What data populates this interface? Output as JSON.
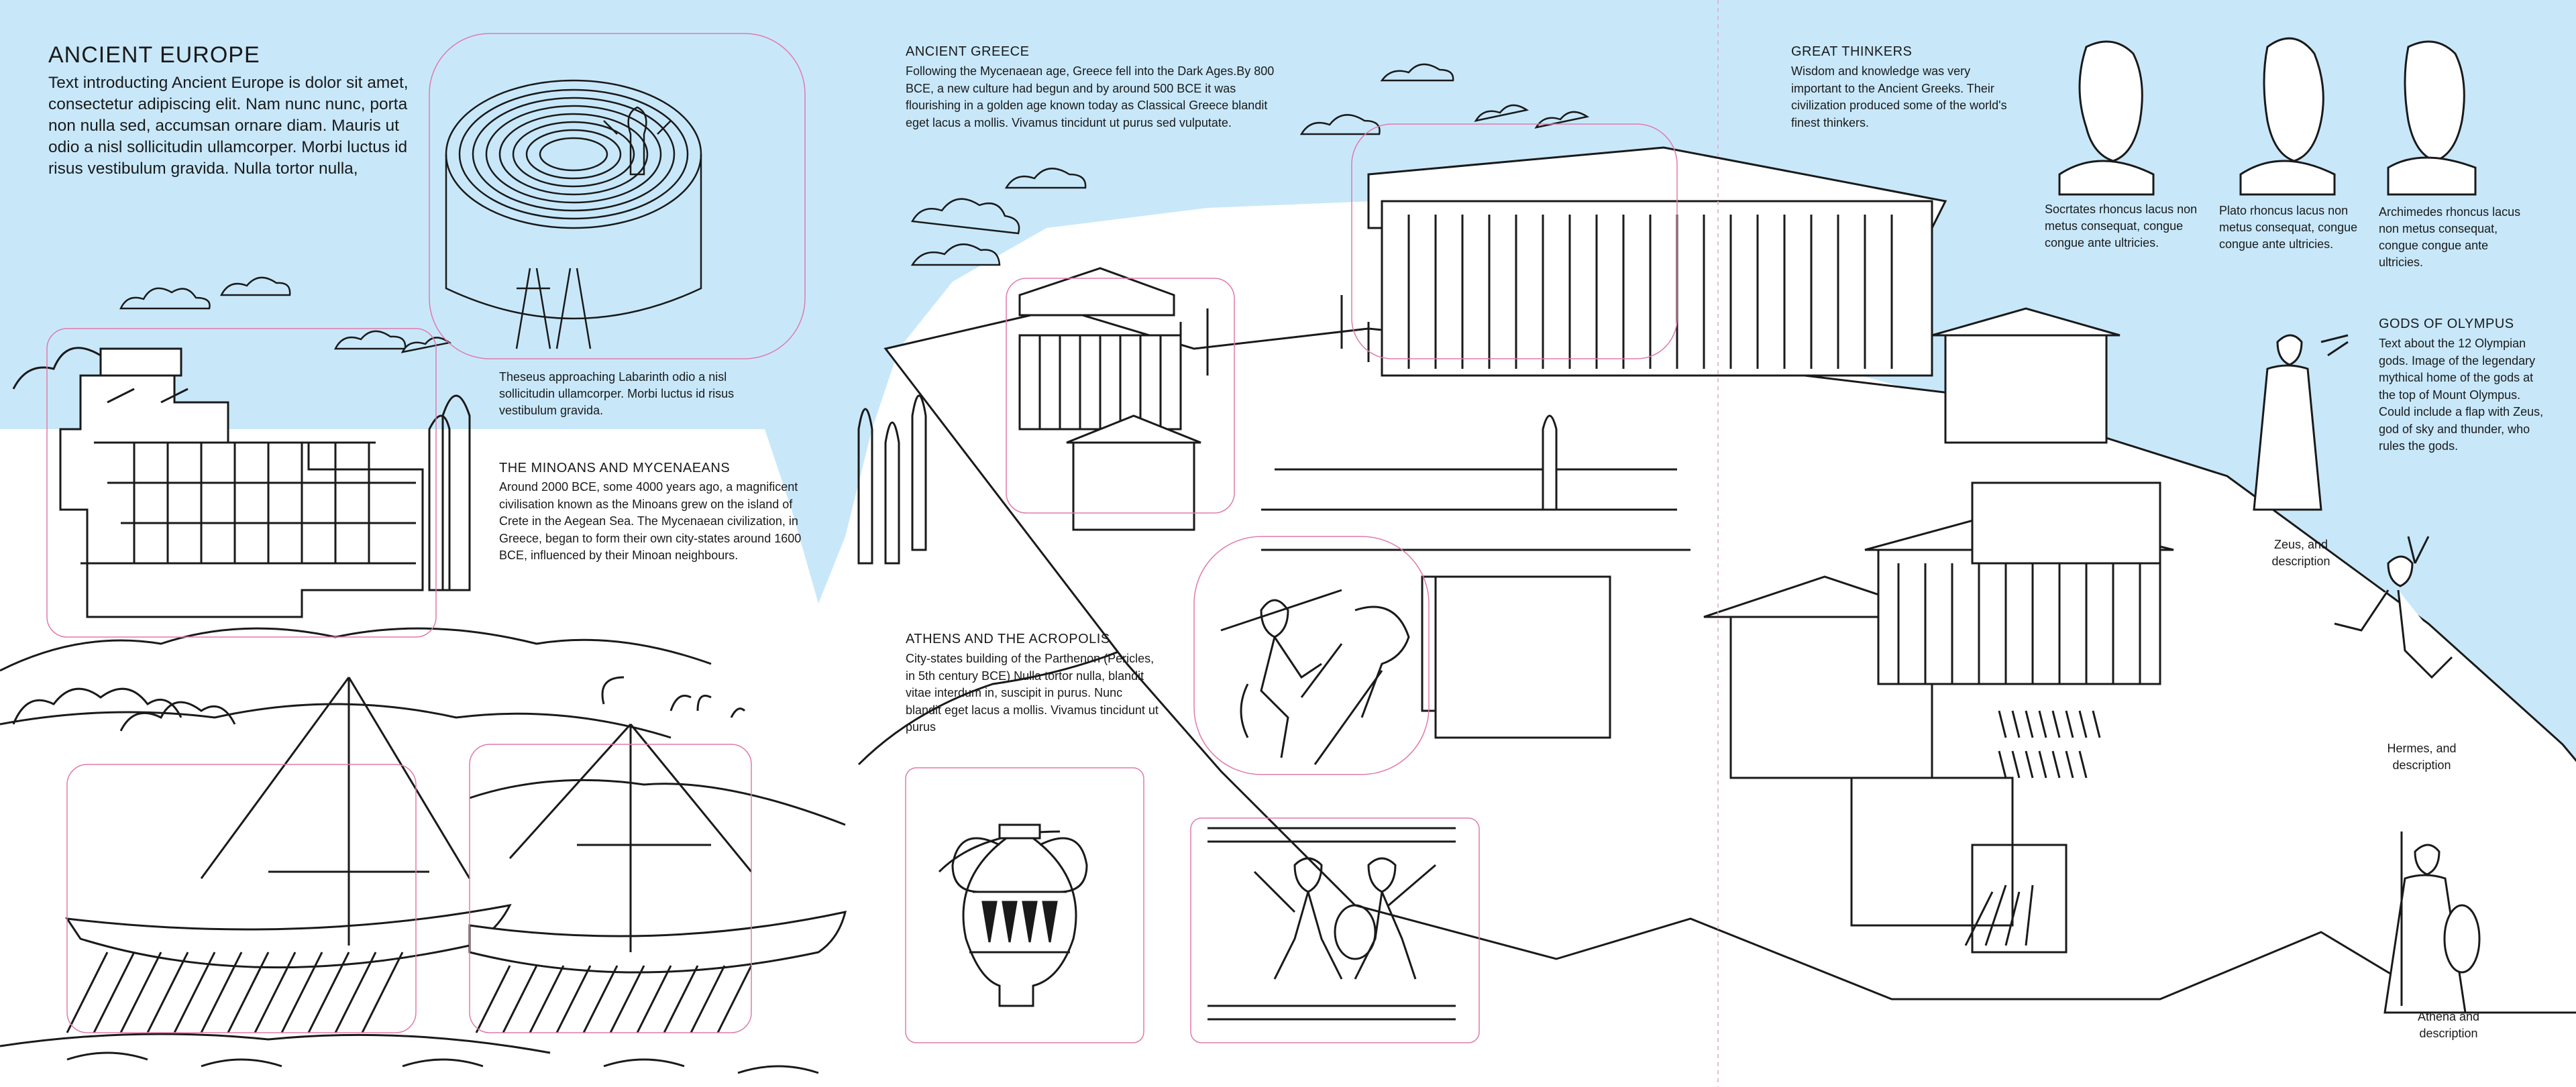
{
  "colors": {
    "sky": "#c8e8fa",
    "ink": "#1a1a1a",
    "guide": "#e07aa8"
  },
  "ancient_europe": {
    "title": "ANCIENT EUROPE",
    "intro": "Text introducting Ancient Europe is dolor sit amet, consectetur adipiscing elit. Nam nunc nunc, porta non nulla sed, accumsan ornare diam. Mauris ut odio a nisl sollicitudin ullamcorper. Morbi luctus id risus vestibulum gravida. Nulla tortor nulla,"
  },
  "labyrinth": {
    "caption": "Theseus approaching Labarinth odio a nisl sollicitudin ullamcorper. Morbi luctus id risus vestibulum gravida."
  },
  "minoans": {
    "heading": "THE MINOANS AND MYCENAEANS",
    "text": "Around 2000 BCE, some 4000 years ago, a magnificent civilisation known as the Minoans grew on the island of Crete in the Aegean Sea. The Mycenaean civilization, in Greece, began to form their own city-states around 1600 BCE, influenced by their Minoan neighbours."
  },
  "ancient_greece": {
    "heading": "ANCIENT GREECE",
    "text": "Following the Mycenaean age, Greece fell into the Dark Ages.By 800 BCE, a new culture had begun and by around 500 BCE it was flourishing in a golden age known today as Classical Greece blandit eget lacus a mollis. Vivamus tincidunt ut purus sed vulputate."
  },
  "athens": {
    "heading": "ATHENS AND THE ACROPOLIS",
    "text": "City-states building of the Parthenon (Pericles, in 5th century BCE) Nulla tortor nulla, blandit vitae interdum in, suscipit in purus. Nunc blandit eget lacus a mollis. Vivamus tincidunt ut purus"
  },
  "great_thinkers": {
    "heading": "GREAT THINKERS",
    "text": "Wisdom and knowledge was very important to the Ancient Greeks. Their civilization produced some of the world's finest thinkers.",
    "socrates": "Socrtates rhoncus lacus non metus consequat, congue congue ante ultricies.",
    "plato": "Plato rhoncus lacus non metus consequat, congue congue ante ultricies.",
    "archimedes": "Archimedes rhoncus lacus non metus consequat, congue congue ante ultricies."
  },
  "gods": {
    "heading": "GODS OF OLYMPUS",
    "text": "Text about the 12 Olympian gods. Image of the legendary mythical home of the gods at the top of Mount Olympus. Could include a flap with Zeus, god of sky and thunder, who rules the gods.",
    "zeus": "Zeus, and description",
    "hermes": "Hermes, and description",
    "athena": "Athena and description"
  }
}
